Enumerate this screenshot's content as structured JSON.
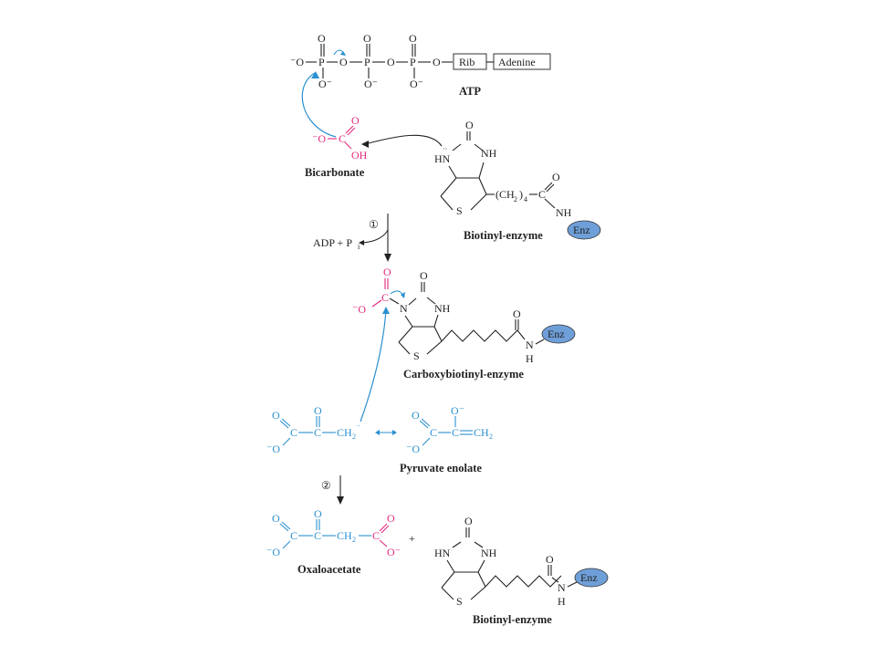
{
  "labels": {
    "atp": "ATP",
    "rib": "Rib",
    "adenine": "Adenine",
    "bicarbonate": "Bicarbonate",
    "biotinyl_enzyme_1": "Biotinyl-enzyme",
    "adp_pi": "ADP + P",
    "pi_subscript": "i",
    "carboxybiotinyl_enzyme": "Carboxybiotinyl-enzyme",
    "pyruvate_enolate": "Pyruvate enolate",
    "oxaloacetate": "Oxaloacetate",
    "biotinyl_enzyme_2": "Biotinyl-enzyme",
    "enz": "Enz",
    "step1": "①",
    "step2": "②",
    "plus": "+",
    "ch2_4": "(CH",
    "ch2_4_sub1": "2",
    "ch2_4_close": ")",
    "ch2_4_sub2": "4"
  },
  "colors": {
    "bicarbonate": "#e2287c",
    "pyruvate": "#2a8fcf",
    "enz_fill": "#6f9fd8",
    "text": "#222222"
  }
}
